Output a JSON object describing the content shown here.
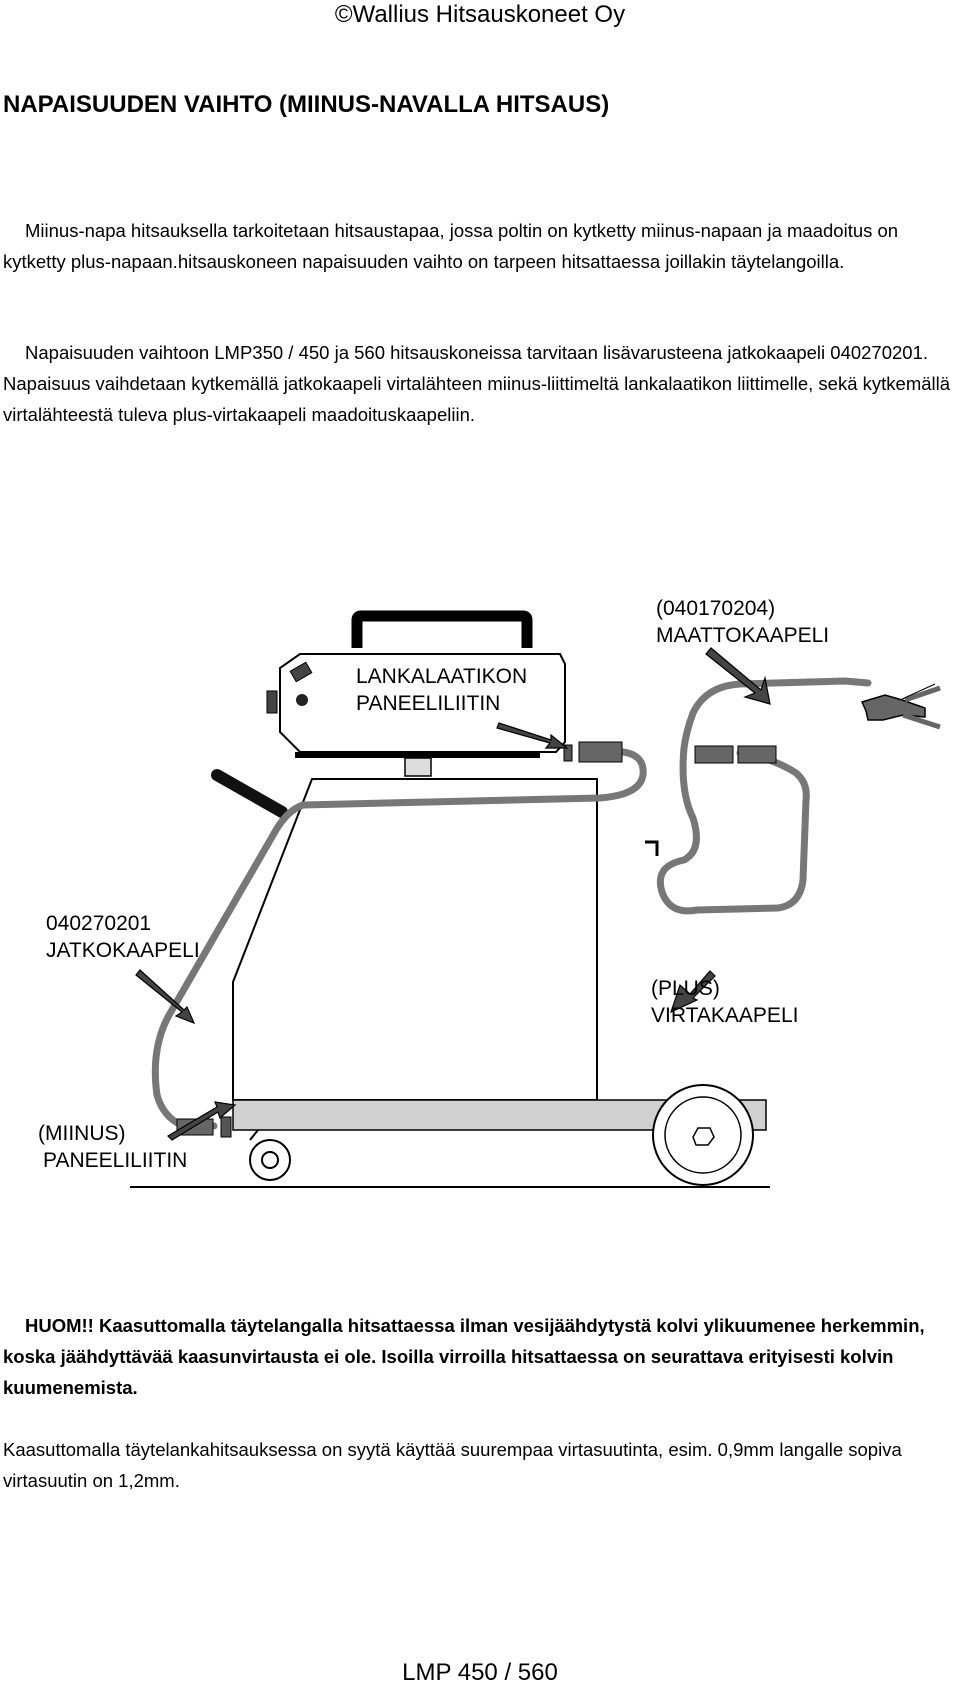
{
  "header": {
    "company": "©Wallius Hitsauskoneet Oy"
  },
  "title": "NAPAISUUDEN VAIHTO (MIINUS-NAVALLA HITSAUS)",
  "paragraphs": {
    "intro": "Miinus-napa hitsauksella tarkoitetaan hitsaustapaa, jossa poltin on kytketty miinus-napaan ja maadoitus on kytketty plus-napaan.hitsauskoneen napaisuuden vaihto on tarpeen hitsattaessa joillakin täytelangoilla.",
    "instructions": "Napaisuuden vaihtoon LMP350 / 450 ja 560 hitsauskoneissa tarvitaan lisävarusteena jatkokaapeli 040270201. Napaisuus vaihdetaan kytkemällä jatkokaapeli virtalähteen miinus-liittimeltä lankalaatikon liittimelle, sekä kytkemällä virtalähteestä tuleva plus-virtakaapeli maadoituskaapeliin.",
    "note": "HUOM!! Kaasuttomalla täytelangalla hitsattaessa ilman vesijäähdytystä kolvi ylikuumenee herkemmin, koska jäähdyttävää kaasunvirtausta ei ole. Isoilla virroilla hitsattaessa on seurattava erityisesti kolvin kuumenemista.",
    "tip": "Kaasuttomalla täytelankahitsauksessa on syytä käyttää suurempaa virtasuutinta, esim. 0,9mm langalle sopiva virtasuutin on 1,2mm."
  },
  "diagram": {
    "ground_cable_code": "(040170204)",
    "ground_cable_name": "MAATTOKAAPELI",
    "wire_feeder_connector_1": "LANKALAATIKON",
    "wire_feeder_connector_2": "PANEELILIITIN",
    "extension_cable_code": "040270201",
    "extension_cable_name": "JATKOKAAPELI",
    "plus_cable_1": "(PLUS)",
    "plus_cable_2": "VIRTAKAAPELI",
    "minus_connector_1": "(MIINUS)",
    "minus_connector_2": "PANEELILIITIN"
  },
  "footer": {
    "model": "LMP 450 / 560"
  }
}
